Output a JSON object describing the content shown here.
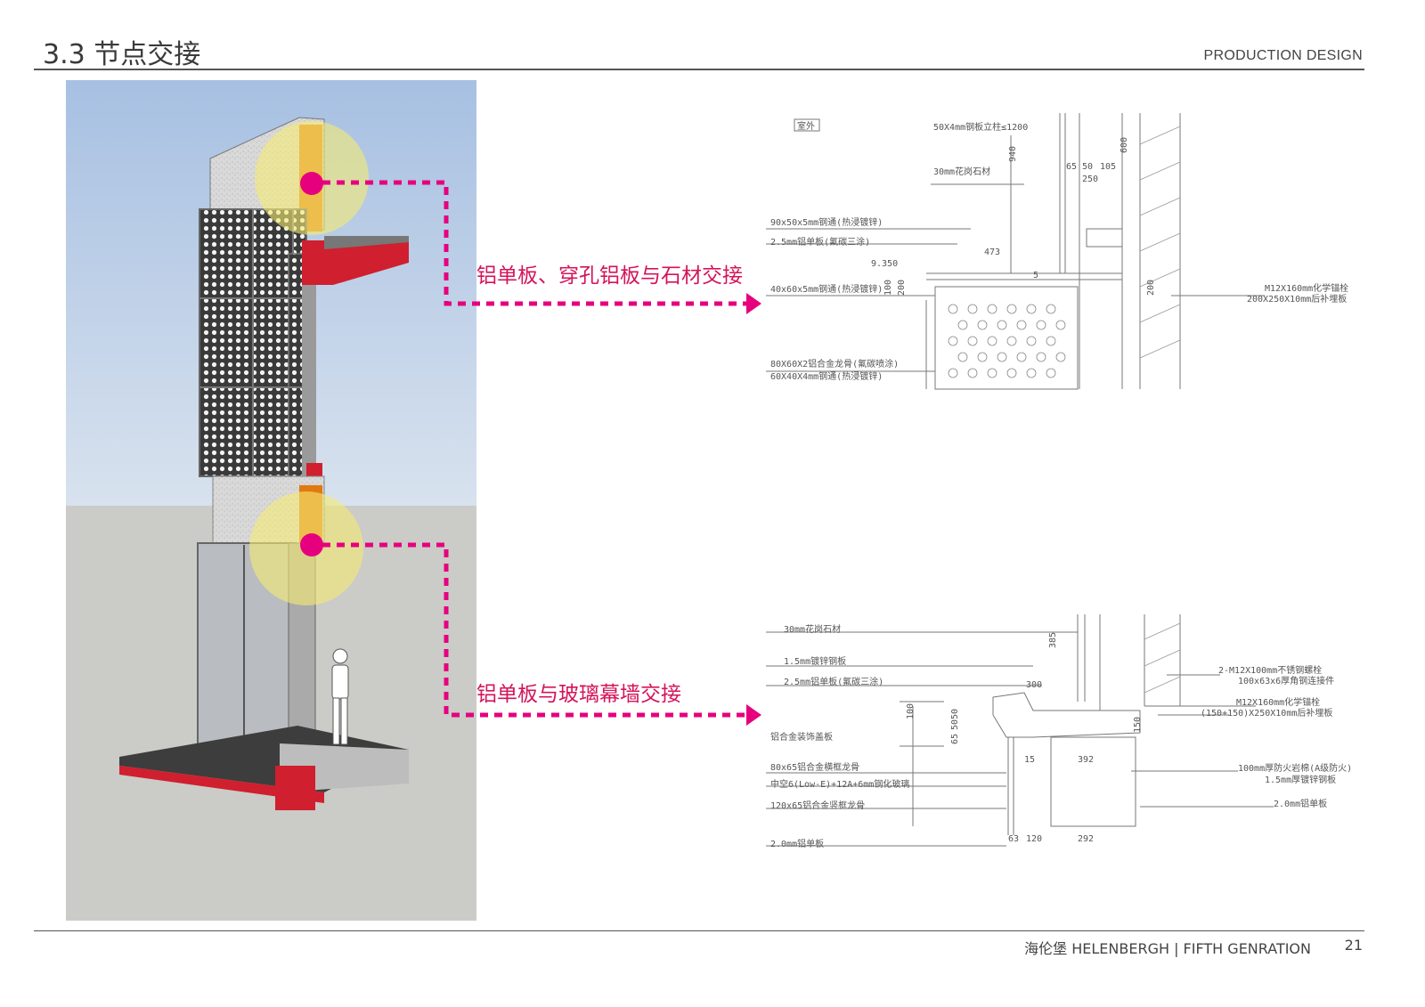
{
  "header": {
    "title": "3.3 节点交接",
    "subtitle": "PRODUCTION DESIGN"
  },
  "callouts": {
    "top_label": "铝单板、穿孔铝板与石材交接",
    "bottom_label": "铝单板与玻璃幕墙交接",
    "accent_color": "#e6007e"
  },
  "drawing_top": {
    "annotations": {
      "room": "室外",
      "a1": "50X4mm钢板立柱≤1200",
      "a2": "30mm花岗石材",
      "a3": "90x50x5mm钢通(热浸镀锌)",
      "a4": "2.5mm铝单板(氟碳三涂)",
      "a5": "40x60x5mm钢通(热浸镀锌)",
      "a6": "80X60X2铝合金龙骨(氟碳喷涂)",
      "a7": "60X40X4mm钢通(热浸镀锌)",
      "a8": "M12X160mm化学锚栓",
      "a9": "200X250X10mm后补埋板"
    },
    "dims": {
      "d1": "940",
      "d2": "65",
      "d3": "50",
      "d4": "105",
      "d5": "250",
      "d6": "473",
      "d7": "9.350",
      "d8": "600",
      "d9": "100",
      "d10": "200",
      "d11": "200",
      "d12": "5"
    }
  },
  "drawing_bottom": {
    "annotations": {
      "b1": "30mm花岗石材",
      "b2": "1.5mm镀锌钢板",
      "b3": "2.5mm铝单板(氟碳三涂)",
      "b4": "铝合金装饰盖板",
      "b5": "80x65铝合金横框龙骨",
      "b6": "中空6(Low-E)+12A+6mm钢化玻璃",
      "b7": "120x65铝合金竖框龙骨",
      "b8": "2.0mm铝单板",
      "b9": "2-M12X100mm不锈钢螺栓",
      "b10": "100x63x6厚角钢连接件",
      "b11": "M12X160mm化学锚栓",
      "b12": "(150+150)X250X10mm后补埋板",
      "b13": "100mm厚防火岩棉(A级防火)",
      "b14": "1.5mm厚镀锌钢板",
      "b15": "2.0mm铝单板"
    },
    "dims": {
      "e1": "385",
      "e2": "300",
      "e3": "100",
      "e4": "65",
      "e5": "50",
      "e6": "50",
      "e7": "15",
      "e8": "392",
      "e9": "120",
      "e10": "292",
      "e11": "63",
      "e12": "150"
    }
  },
  "footer": {
    "brand": "海伦堡 HELENBERGH  |  FIFTH GENRATION",
    "page_number": "21"
  }
}
